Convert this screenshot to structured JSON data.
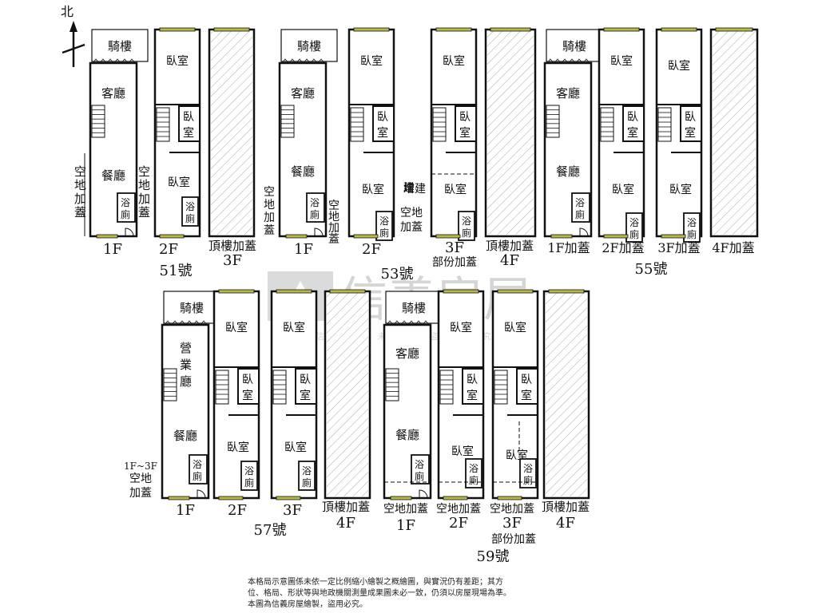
{
  "compass": {
    "label": "北"
  },
  "watermark": {
    "brand": "信義房屋",
    "notice": "本格局圖為信義房屋繪製，未經允許請勿盜用，違者必究"
  },
  "rooms": {
    "arcade": "騎樓",
    "living": "客廳",
    "dining": "餐廳",
    "bedroom": "臥室",
    "bedroom_v1": "臥",
    "bedroom_v2": "室",
    "bath_v1": "浴",
    "bath_v2": "廁",
    "business_v1": "營",
    "business_v2": "業",
    "business_v3": "廳"
  },
  "annotations": {
    "vacant_lot_addition_v": [
      "空",
      "地",
      "加",
      "蓋"
    ],
    "addition_v": [
      "增",
      "建"
    ],
    "vacant_lot_h1": "空地",
    "vacant_lot_h2": "加蓋",
    "f1_3_vacant_1": "1F~3F",
    "f1_3_vacant_2": "空地",
    "f1_3_vacant_3": "加蓋"
  },
  "floor_labels": {
    "f1": "1F",
    "f2": "2F",
    "f3": "3F",
    "f4": "4F",
    "roof_addition": "頂樓加蓋",
    "f1_addition": "1F加蓋",
    "f2_addition": "2F加蓋",
    "f3_addition": "3F加蓋",
    "f4_addition": "4F加蓋",
    "partial_addition": "部份加蓋",
    "vacant_addition": "空地加蓋"
  },
  "units": {
    "n51": "51號",
    "n53": "53號",
    "n55": "55號",
    "n57": "57號",
    "n59": "59號"
  },
  "disclaimer": [
    "本格局示意圖係未依一定比例縮小繪製之概繪圖，與實況仍有差距；其方",
    "位、格局、形狀等與地政機關測量成果圖未必一致，仍須以房屋現場為準。",
    "本圖為信義房屋繪製，盜用必究。"
  ]
}
